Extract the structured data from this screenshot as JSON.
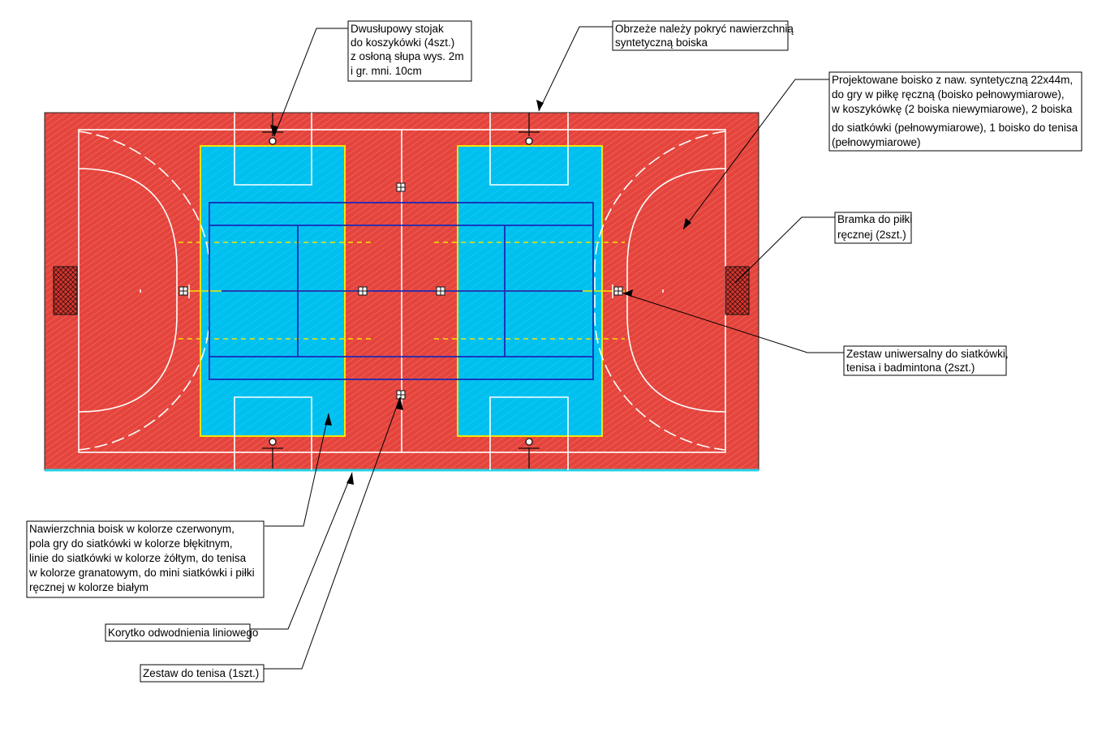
{
  "colors": {
    "surface_red": "#e4443c",
    "hatch": "#f06b64",
    "volleyball_blue": "#00c0f0",
    "volleyball_line_yellow": "#f5e400",
    "tennis_line_navy": "#1a2ab8",
    "handball_line_white": "#ffffff",
    "drain_cyan": "#22d3e8"
  },
  "callouts": {
    "stand": {
      "lines": [
        "Dwusłupowy stojak",
        "do koszykówki (4szt.)",
        "z osłoną słupa wys. 2m",
        "i gr. mni. 10cm"
      ]
    },
    "edge": {
      "lines": [
        "Obrzeże należy pokryć nawierzchnią",
        "syntetyczną boiska"
      ]
    },
    "field": {
      "lines": [
        "Projektowane boisko z naw. syntetyczną 22x44m,",
        "do gry w piłkę ręczną (boisko pełnowymiarowe),",
        "w koszykówkę (2 boiska niewymiarowe), 2 boiska",
        "do siatkówki (pełnowymiarowe), 1 boisko do tenisa",
        "(pełnowymiarowe)"
      ]
    },
    "goal": {
      "lines": [
        "Bramka do piłki",
        "ręcznej (2szt.)"
      ]
    },
    "universal": {
      "lines": [
        "Zestaw uniwersalny do siatkówki,",
        "tenisa i badmintona (2szt.)"
      ]
    },
    "surface": {
      "lines": [
        "Nawierzchnia boisk w kolorze czerwonym,",
        "pola gry do siatkówki w kolorze błękitnym,",
        "linie do siatkówki w kolorze żółtym, do tenisa",
        "w kolorze granatowym, do mini siatkówki i piłki",
        "ręcznej w kolorze białym"
      ]
    },
    "drain": {
      "lines": [
        "Korytko odwodnienia liniowego"
      ]
    },
    "tennis": {
      "lines": [
        "Zestaw do tenisa (1szt.)"
      ]
    }
  }
}
